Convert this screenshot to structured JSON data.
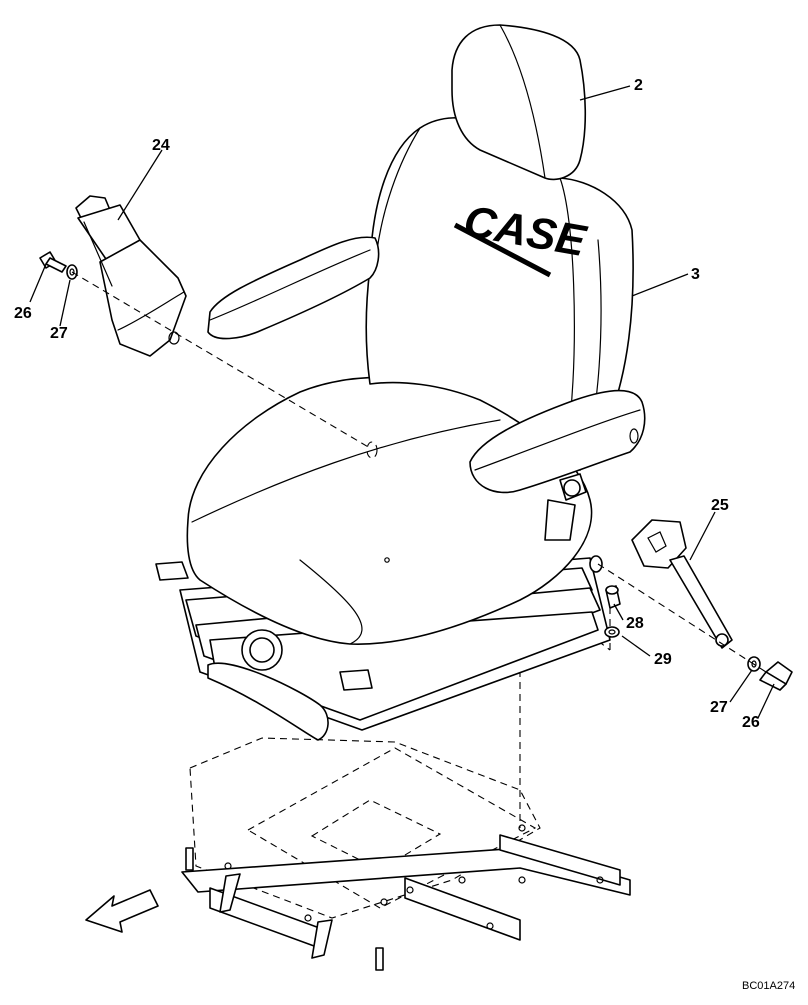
{
  "brand_label": "CASE",
  "drawing_reference": "BC01A274",
  "callouts": {
    "c2": "2",
    "c3": "3",
    "c24": "24",
    "c25": "25",
    "c26_left": "26",
    "c27_left": "27",
    "c26_right": "26",
    "c27_right": "27",
    "c28": "28",
    "c29": "29"
  },
  "icons": {
    "front_direction": "arrow-icon"
  }
}
